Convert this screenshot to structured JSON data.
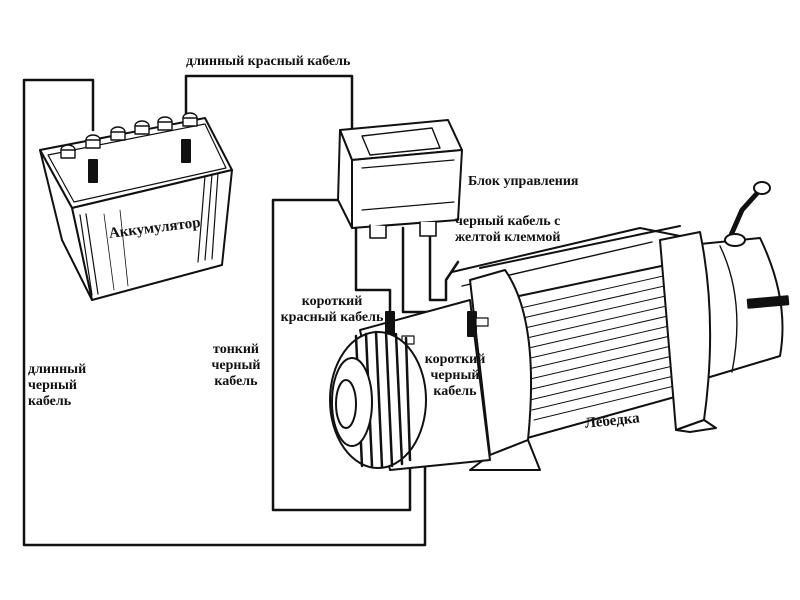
{
  "labels": {
    "long_red_cable": "длинный красный кабель",
    "control_unit": "Блок управления",
    "black_cable_yellow_clamp": "черный кабель с\nжелтой клеммой",
    "short_red_cable": "короткий\nкрасный кабель",
    "thin_black_cable": "тонкий\nчерный\nкабель",
    "short_black_cable": "короткий\nчерный\nкабель",
    "long_black_cable": "длинный\nчерный\nкабель",
    "battery": "Аккумулятор",
    "winch": "Лебедка"
  },
  "colors": {
    "line": "#111111",
    "background": "#ffffff"
  }
}
